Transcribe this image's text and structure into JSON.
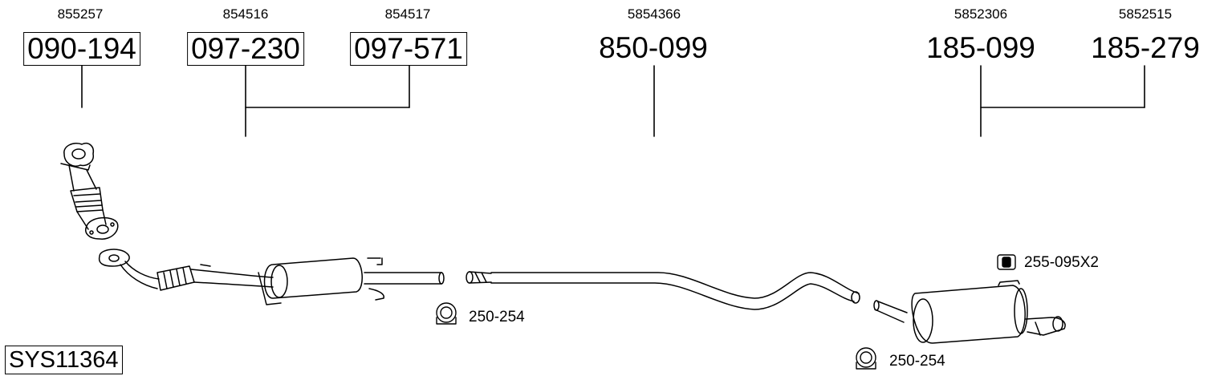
{
  "parts": [
    {
      "oe": "855257",
      "number": "090-194",
      "boxed": true
    },
    {
      "oe": "854516",
      "number": "097-230",
      "boxed": true
    },
    {
      "oe": "854517",
      "number": "097-571",
      "boxed": true
    },
    {
      "oe": "5854366",
      "number": "850-099",
      "boxed": false
    },
    {
      "oe": "5852306",
      "number": "185-099",
      "boxed": false
    },
    {
      "oe": "5852515",
      "number": "185-279",
      "boxed": false
    }
  ],
  "accessories": {
    "clamp_front": "250-254",
    "clamp_rear": "250-254",
    "rubber_mount": "255-095X2"
  },
  "system_code": "SYS11364"
}
